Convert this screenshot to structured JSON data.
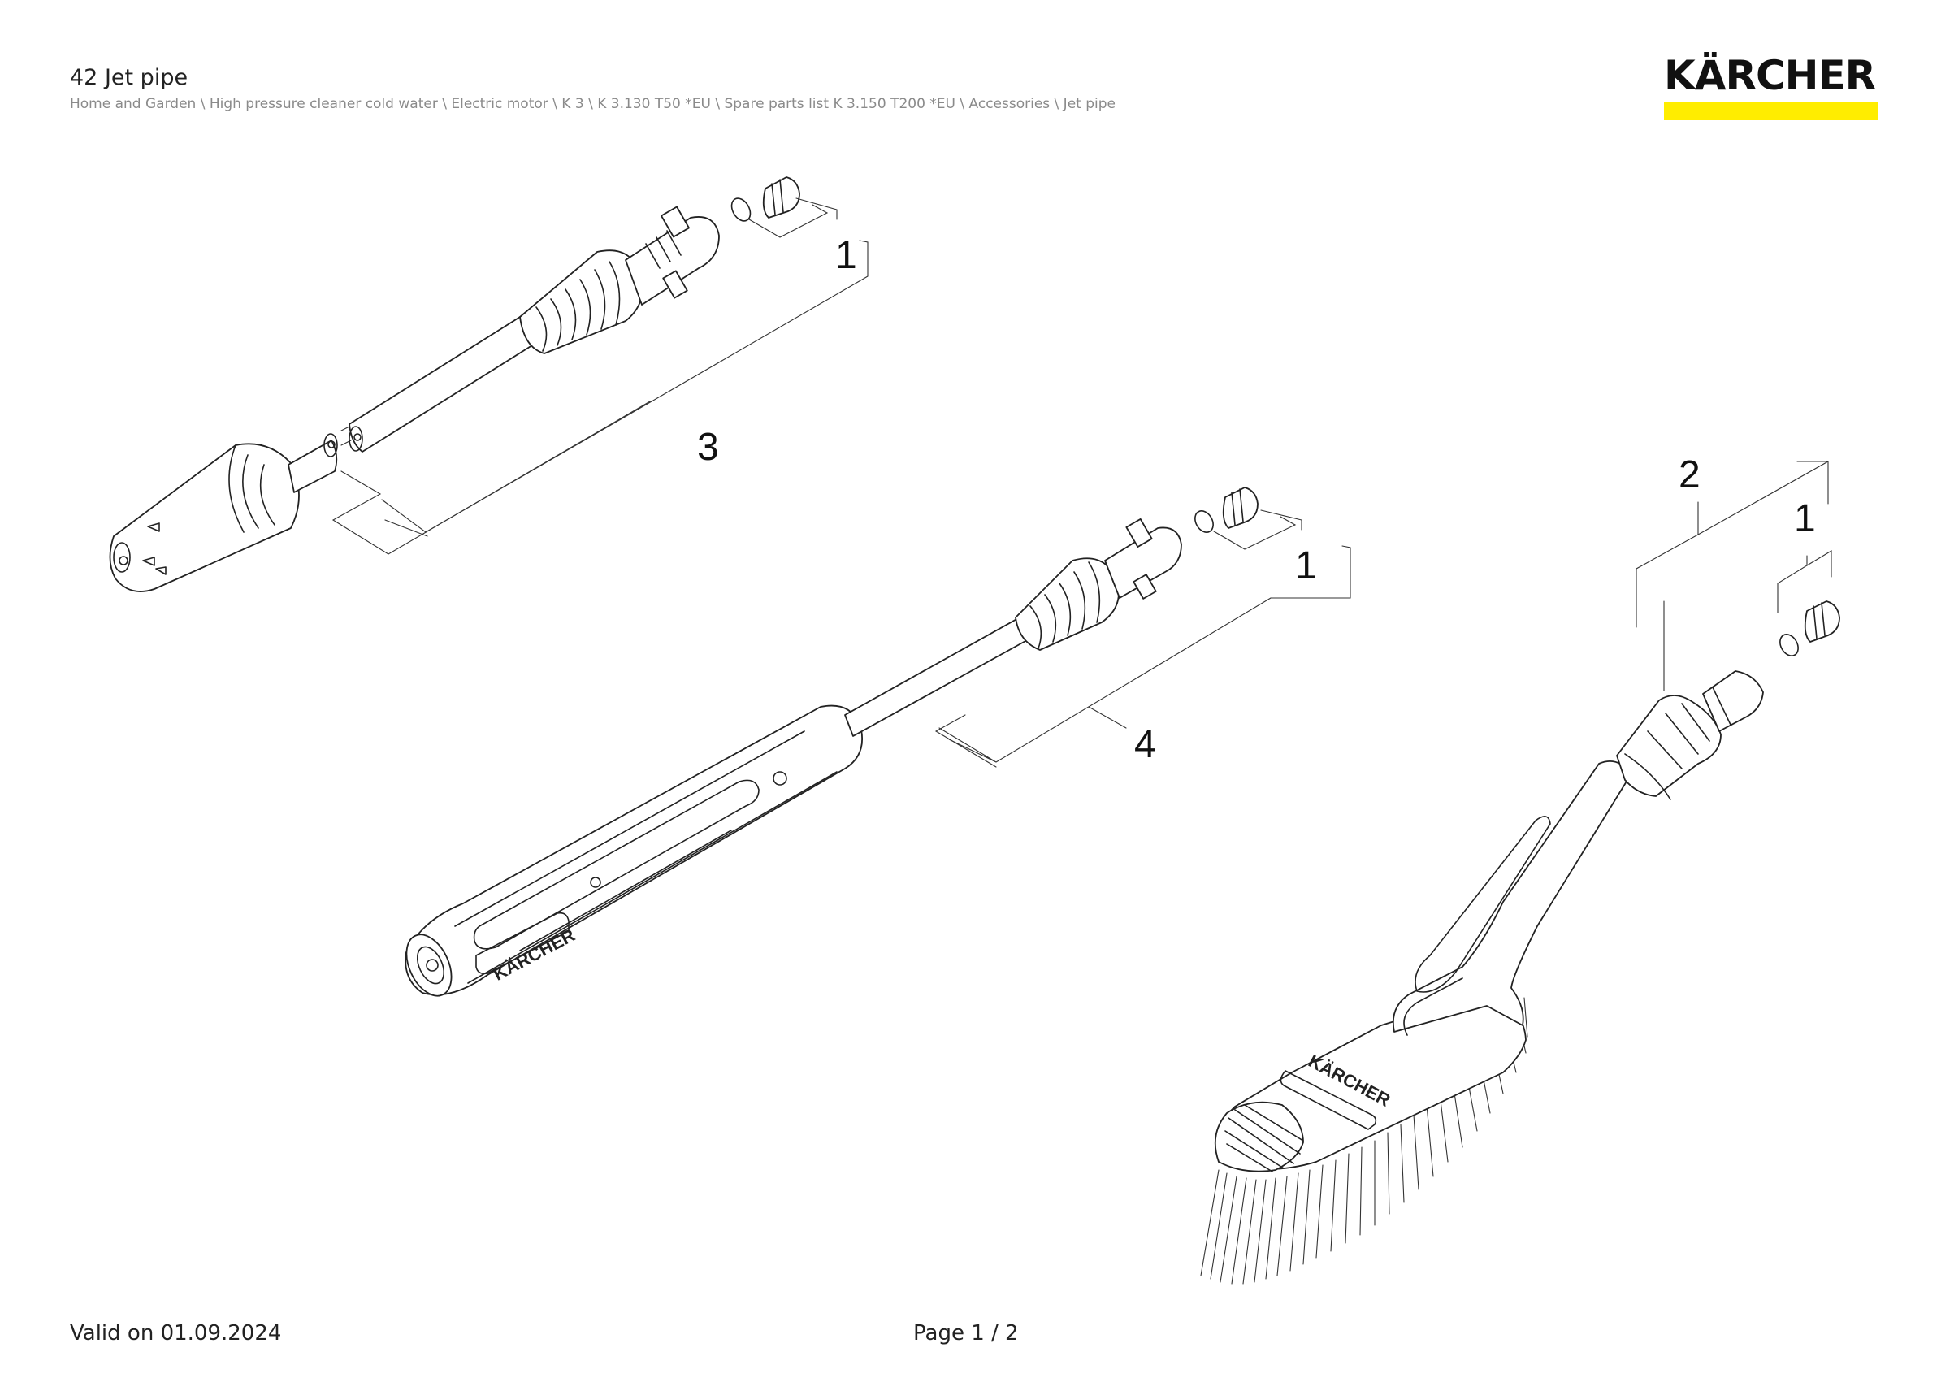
{
  "header": {
    "title": "42 Jet pipe",
    "breadcrumb": "Home and Garden \\ High pressure cleaner cold water \\ Electric motor \\ K 3 \\ K 3.130 T50 *EU \\ Spare parts list K 3.150 T200 *EU \\ Accessories \\ Jet pipe"
  },
  "brand": {
    "name": "KÄRCHER",
    "bar_color": "#ffed00"
  },
  "drawing": {
    "callouts": {
      "dirt_blaster_part": "3",
      "dirt_blaster_nozzle": "1",
      "vario_lance_part": "4",
      "vario_lance_nozzle": "1",
      "brush_part": "2",
      "brush_nozzle": "1"
    },
    "handle_logo_text": "KÄRCHER",
    "brush_logo_text": "KÄRCHER"
  },
  "footer": {
    "valid": "Valid on 01.09.2024",
    "page": "Page 1 / 2"
  }
}
